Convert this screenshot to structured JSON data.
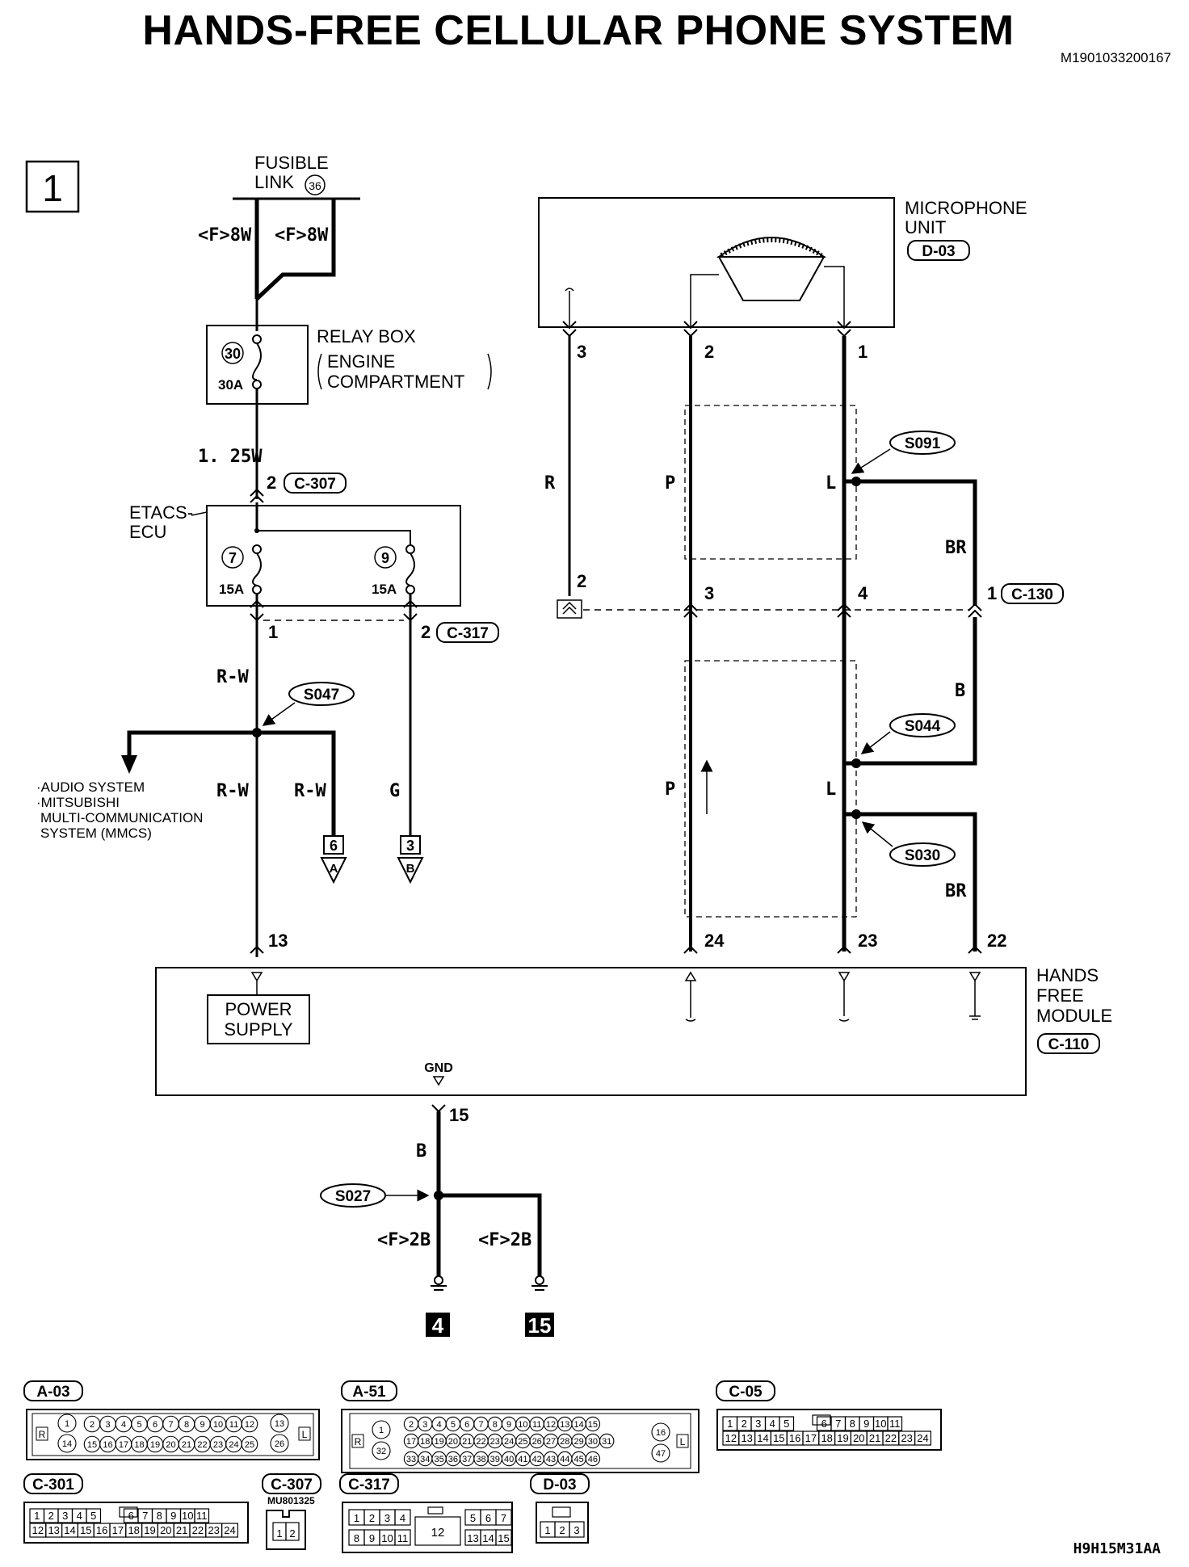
{
  "title": "HANDS-FREE CELLULAR PHONE SYSTEM",
  "doc_id": "M1901033200167",
  "figure_code": "H9H15M31AA",
  "page_marker": "1",
  "fusible_link": {
    "label1": "FUSIBLE",
    "label2": "LINK",
    "num": "36",
    "wire_left": "<F>8W",
    "wire_right": "<F>8W"
  },
  "relay_box": {
    "label1": "RELAY BOX",
    "label2": "ENGINE",
    "label3": "COMPARTMENT",
    "fuse_num": "30",
    "fuse_amp": "30A"
  },
  "wire_1_25w": "1. 25W",
  "etacs": {
    "label1": "ETACS-",
    "label2": "ECU",
    "fuse_a_num": "7",
    "fuse_a_amp": "15A",
    "fuse_b_num": "9",
    "fuse_b_amp": "15A",
    "conn_top_pin": "2",
    "conn_top": "C-307",
    "pin_left": "1",
    "pin_right": "2",
    "conn_bottom": "C-317"
  },
  "left_branch": {
    "wire_rw_1": "R-W",
    "wire_rw_2": "R-W",
    "wire_rw_3": "R-W",
    "wire_g": "G",
    "splice": "S047",
    "dest_line1": "·AUDIO SYSTEM",
    "dest_line2": "·MITSUBISHI",
    "dest_line3": "MULTI-COMMUNICATION",
    "dest_line4": "SYSTEM (MMCS)",
    "offpage_a_num": "6",
    "offpage_a_letter": "A",
    "offpage_b_num": "3",
    "offpage_b_letter": "B"
  },
  "microphone": {
    "label1": "MICROPHONE",
    "label2": "UNIT",
    "conn": "D-03",
    "pin3": "3",
    "pin2": "2",
    "pin1": "1"
  },
  "mic_wires": {
    "r": "R",
    "p1": "P",
    "l1": "L",
    "br1": "BR",
    "b": "B",
    "p2": "P",
    "l2": "L",
    "br2": "BR",
    "splice_s091": "S091",
    "splice_s044": "S044",
    "splice_s030": "S030",
    "c130_pin2": "2",
    "c130_pin3": "3",
    "c130_pin4": "4",
    "c130_pin1": "1",
    "c130_conn": "C-130"
  },
  "hfm": {
    "label1": "HANDS",
    "label2": "FREE",
    "label3": "MODULE",
    "conn": "C-110",
    "power_line1": "POWER",
    "power_line2": "SUPPLY",
    "pin13": "13",
    "pin24": "24",
    "pin23": "23",
    "pin22": "22",
    "gnd": "GND",
    "pin15": "15"
  },
  "ground": {
    "wire_b": "B",
    "splice": "S027",
    "wire_left": "<F>2B",
    "wire_right": "<F>2B",
    "ground_a": "4",
    "ground_b": "15"
  },
  "connectors": {
    "a03": {
      "title": "A-03",
      "side_l": "R",
      "side_r": "L",
      "row1": [
        "1",
        "2",
        "3",
        "4",
        "5",
        "6",
        "7",
        "8",
        "9",
        "10",
        "11",
        "12",
        "13"
      ],
      "row2": [
        "14",
        "15",
        "16",
        "17",
        "18",
        "19",
        "20",
        "21",
        "22",
        "23",
        "24",
        "25",
        "26"
      ]
    },
    "a51": {
      "title": "A-51",
      "side_l": "R",
      "side_r": "L",
      "row1": [
        "1",
        "2",
        "3",
        "4",
        "5",
        "6",
        "7",
        "8",
        "9",
        "10",
        "11",
        "12",
        "13",
        "14",
        "15",
        "16"
      ],
      "row2": [
        "32",
        "17",
        "18",
        "19",
        "20",
        "21",
        "22",
        "23",
        "24",
        "25",
        "26",
        "27",
        "28",
        "29",
        "30",
        "31",
        "47"
      ],
      "row3": [
        "33",
        "34",
        "35",
        "36",
        "37",
        "38",
        "39",
        "40",
        "41",
        "42",
        "43",
        "44",
        "45",
        "46"
      ]
    },
    "c05": {
      "title": "C-05",
      "row1": [
        "1",
        "2",
        "3",
        "4",
        "5",
        "6",
        "7",
        "8",
        "9",
        "10",
        "11"
      ],
      "row2": [
        "12",
        "13",
        "14",
        "15",
        "16",
        "17",
        "18",
        "19",
        "20",
        "21",
        "22",
        "23",
        "24"
      ]
    },
    "c301": {
      "title": "C-301",
      "row1": [
        "1",
        "2",
        "3",
        "4",
        "5",
        "6",
        "7",
        "8",
        "9",
        "10",
        "11"
      ],
      "row2": [
        "12",
        "13",
        "14",
        "15",
        "16",
        "17",
        "18",
        "19",
        "20",
        "21",
        "22",
        "23",
        "24"
      ]
    },
    "c307": {
      "title": "C-307",
      "subtitle": "MU801325",
      "row1": [
        "1",
        "2"
      ]
    },
    "c317": {
      "title": "C-317",
      "row1": [
        "1",
        "2",
        "3",
        "4",
        "5",
        "6",
        "7"
      ],
      "row2": [
        "8",
        "9",
        "10",
        "11",
        "12",
        "13",
        "14",
        "15"
      ]
    },
    "d03": {
      "title": "D-03",
      "row1": [
        "1",
        "2",
        "3"
      ]
    }
  }
}
